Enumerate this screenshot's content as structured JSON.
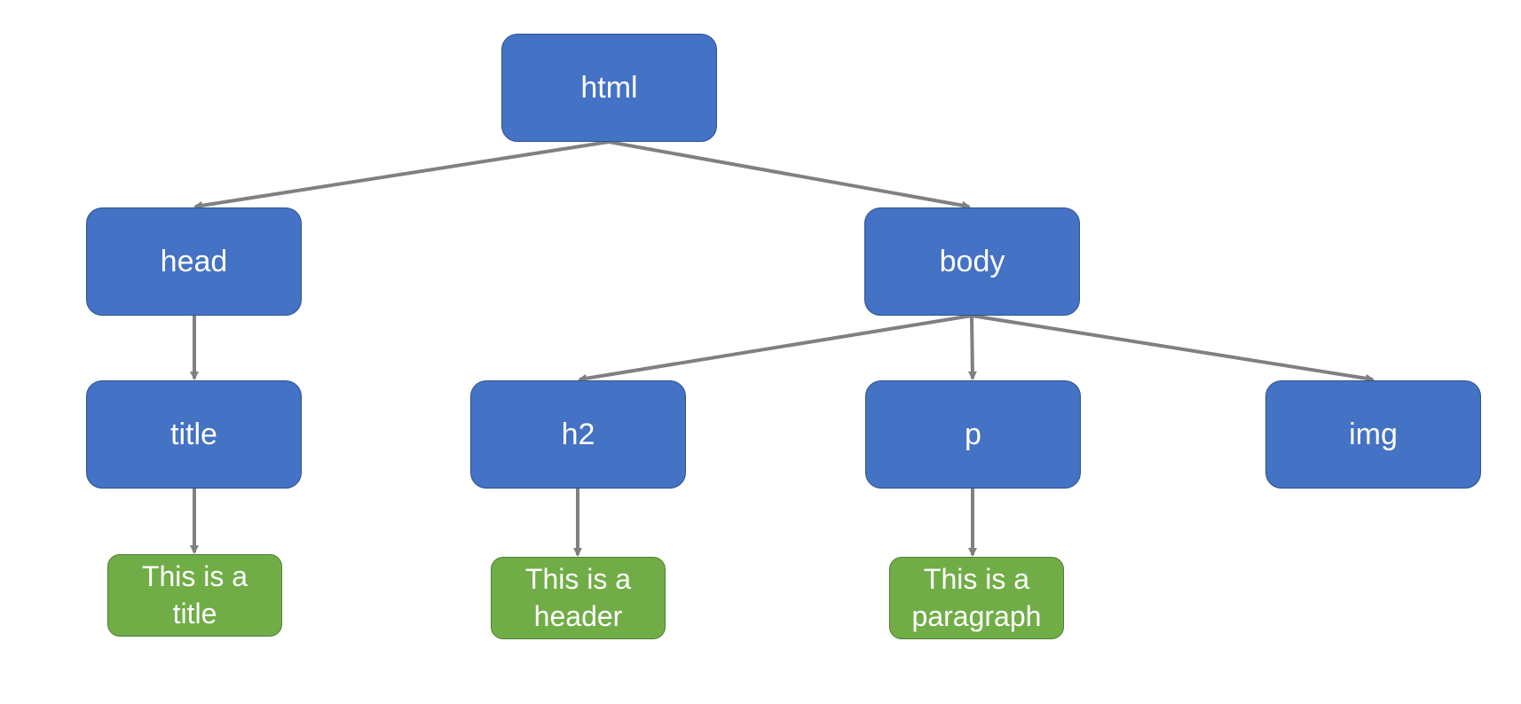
{
  "diagram": {
    "nodes": {
      "html": {
        "label": "html"
      },
      "head": {
        "label": "head"
      },
      "body": {
        "label": "body"
      },
      "title": {
        "label": "title"
      },
      "h2": {
        "label": "h2"
      },
      "p": {
        "label": "p"
      },
      "img": {
        "label": "img"
      }
    },
    "text_nodes": {
      "title": {
        "line1": "This is a",
        "line2": "title"
      },
      "h2": {
        "line1": "This is a",
        "line2": "header"
      },
      "p": {
        "line1": "This is a",
        "line2": "paragraph"
      }
    },
    "colors": {
      "element_fill": "#4472C4",
      "element_border": "#2F528F",
      "text_fill": "#70AD47",
      "text_border": "#507E32",
      "arrow": "#808080"
    }
  }
}
